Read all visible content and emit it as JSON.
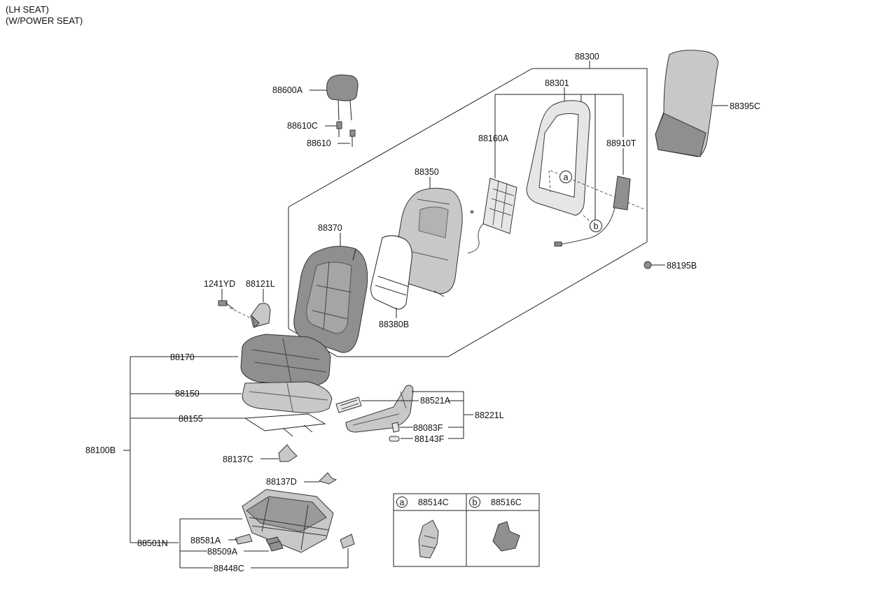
{
  "header": {
    "line1": "(LH SEAT)",
    "line2": "(W/POWER SEAT)"
  },
  "labels": {
    "p88300": "88300",
    "p88301": "88301",
    "p88395C": "88395C",
    "p88600A": "88600A",
    "p88610C": "88610C",
    "p88610": "88610",
    "p88160A": "88160A",
    "p88910T": "88910T",
    "p88350": "88350",
    "p88370": "88370",
    "p88195B": "88195B",
    "p1241YD": "1241YD",
    "p88121L": "88121L",
    "p88380B": "88380B",
    "p88170": "88170",
    "p88150": "88150",
    "p88155": "88155",
    "p88521A": "88521A",
    "p88221L": "88221L",
    "p88083F": "88083F",
    "p88143F": "88143F",
    "p88100B": "88100B",
    "p88137C": "88137C",
    "p88137D": "88137D",
    "p88501N": "88501N",
    "p88581A": "88581A",
    "p88509A": "88509A",
    "p88448C": "88448C"
  },
  "callouts": {
    "a": "a",
    "b": "b"
  },
  "legend": {
    "a_part": "88514C",
    "b_part": "88516C"
  }
}
